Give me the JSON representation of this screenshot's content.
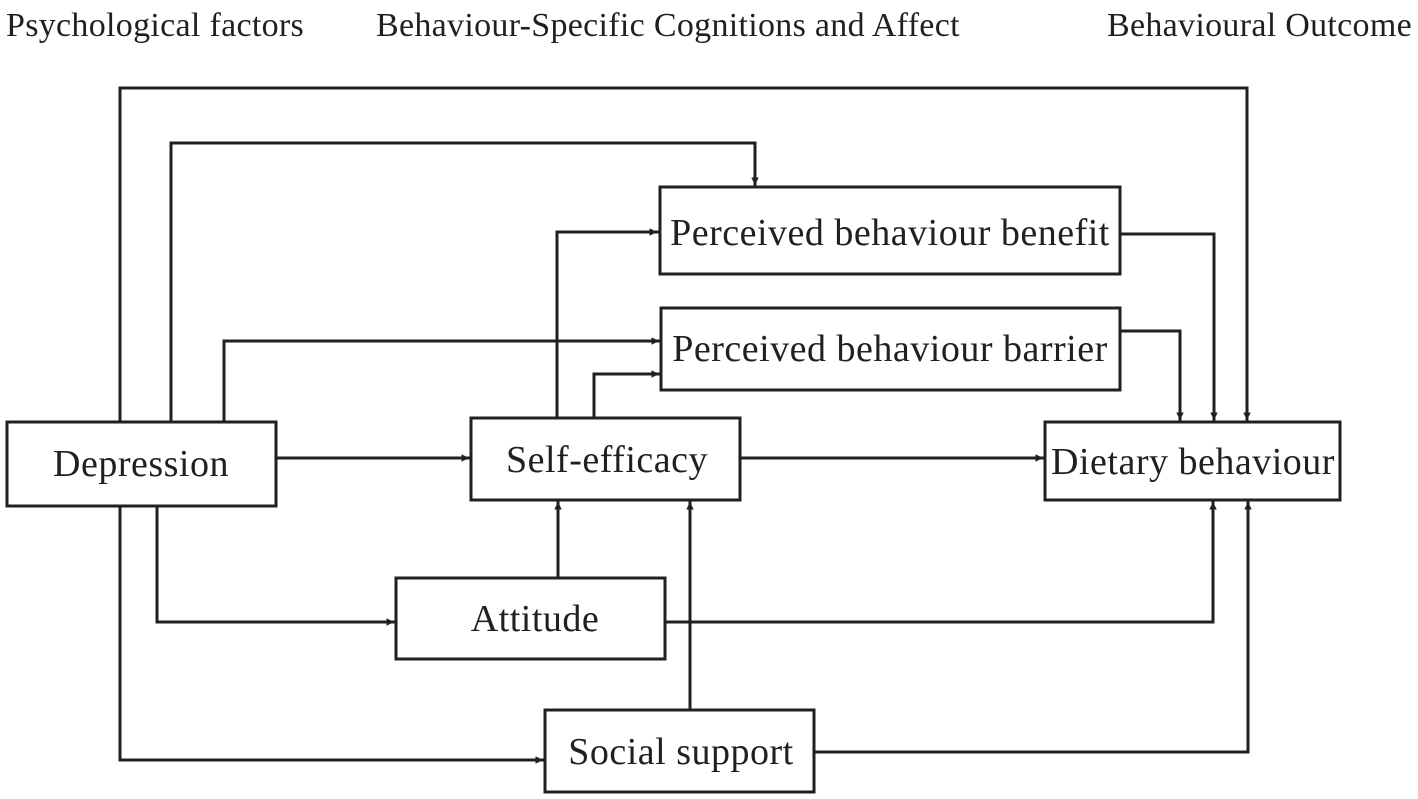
{
  "headers": {
    "psychological": "Psychological factors",
    "cognitions": "Behaviour-Specific Cognitions and Affect",
    "outcome": "Behavioural Outcome"
  },
  "nodes": {
    "benefit": "Perceived behaviour benefit",
    "barrier": "Perceived behaviour barrier",
    "depression": "Depression",
    "self_efficacy": "Self-efficacy",
    "dietary": "Dietary behaviour",
    "attitude": "Attitude",
    "social_support": "Social support"
  },
  "edges": [
    {
      "from": "depression",
      "to": "dietary"
    },
    {
      "from": "depression",
      "to": "benefit"
    },
    {
      "from": "depression",
      "to": "barrier"
    },
    {
      "from": "depression",
      "to": "self_efficacy"
    },
    {
      "from": "depression",
      "to": "attitude"
    },
    {
      "from": "depression",
      "to": "social_support"
    },
    {
      "from": "self_efficacy",
      "to": "benefit"
    },
    {
      "from": "self_efficacy",
      "to": "barrier"
    },
    {
      "from": "self_efficacy",
      "to": "dietary"
    },
    {
      "from": "benefit",
      "to": "dietary"
    },
    {
      "from": "barrier",
      "to": "dietary"
    },
    {
      "from": "attitude",
      "to": "self_efficacy"
    },
    {
      "from": "attitude",
      "to": "dietary"
    },
    {
      "from": "social_support",
      "to": "self_efficacy"
    },
    {
      "from": "social_support",
      "to": "dietary"
    }
  ],
  "colors": {
    "ink": "#231f20",
    "background": "#ffffff"
  }
}
